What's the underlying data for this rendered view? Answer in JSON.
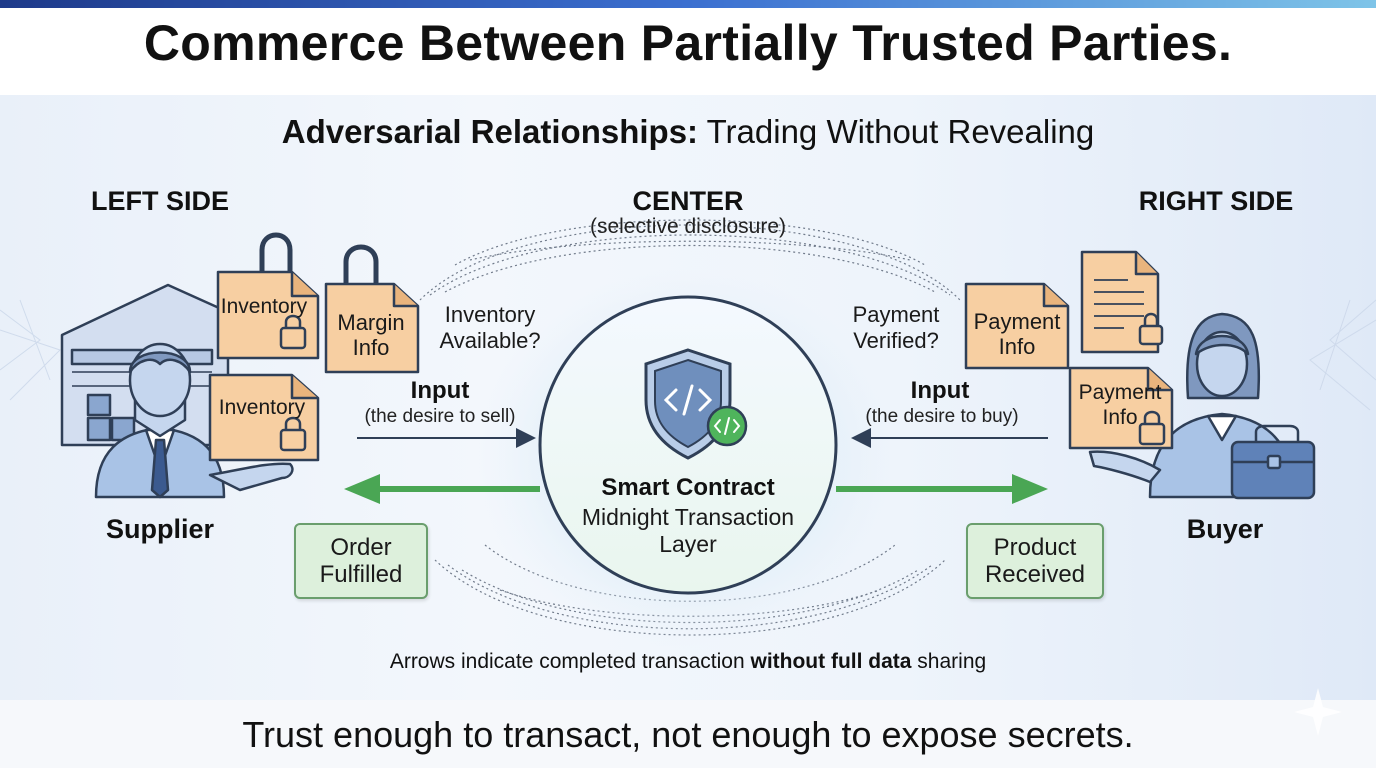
{
  "title": "Commerce Between Partially Trusted Parties.",
  "subtitle": {
    "bold": "Adversarial Relationships:",
    "rest": " Trading Without Revealing"
  },
  "left": {
    "header": "LEFT SIDE",
    "actor": "Supplier",
    "docs": [
      "Inventory",
      "Margin\nInfo",
      "Inventory"
    ],
    "question": "Inventory\nAvailable?",
    "input_title": "Input",
    "input_sub": "(the desire to sell)",
    "outcome": "Order\nFulfilled"
  },
  "center": {
    "header": "CENTER",
    "sub": "(selective disclosure)",
    "contract_title": "Smart Contract",
    "contract_sub": "Midnight Transaction\nLayer"
  },
  "right": {
    "header": "RIGHT SIDE",
    "actor": "Buyer",
    "docs": [
      "Payment\nInfo",
      "Payment\nInfo"
    ],
    "question": "Payment\nVerified?",
    "input_title": "Input",
    "input_sub": "(the desire to buy)",
    "outcome": "Product\nReceived"
  },
  "note": {
    "before": "Arrows indicate completed transaction ",
    "bold": "without full data sharing",
    "after": " sharing"
  },
  "footer": "Trust enough to transact, not enough to expose secrets.",
  "colors": {
    "doc_fill": "#f7cfa2",
    "outline": "#2f3f57",
    "person": "#a9c3e6",
    "green": "#4aa654",
    "box_green": "#ddf0dc"
  }
}
